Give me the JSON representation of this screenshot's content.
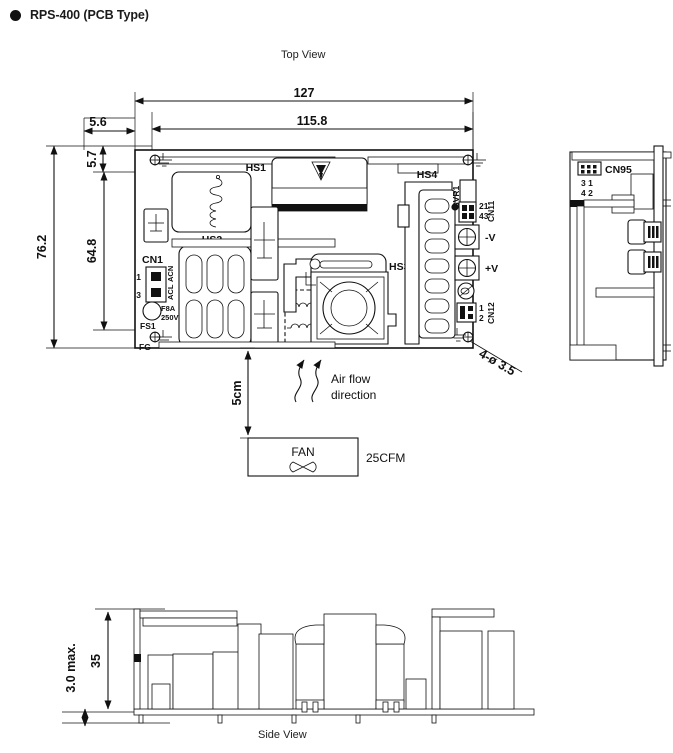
{
  "header": {
    "bullet_icon": "filled-circle-bullet",
    "model_title": "RPS-400 (PCB Type)"
  },
  "views": {
    "top_view_caption": "Top View",
    "side_view_caption": "Side View"
  },
  "top_view": {
    "dimensions": {
      "overall_width": "127",
      "mounting_width": "115.8",
      "left_offset": "5.6",
      "top_offset": "5.7",
      "overall_height": "76.2",
      "mounting_height": "64.8",
      "hole_callout": "4-ø 3.5"
    },
    "heatsinks": [
      "HS1",
      "HS2",
      "HS3",
      "HS4"
    ],
    "connectors": {
      "cn1": {
        "label": "CN1",
        "pin_top": "1",
        "pin_bottom": "3",
        "signal_1": "ACL",
        "signal_2": "ACN"
      },
      "cn11": {
        "label": "CN11",
        "pins_top": "21",
        "pins_bottom": "43"
      },
      "cn12": {
        "label": "CN12",
        "pin_top": "1",
        "pin_bottom": "2"
      },
      "cn95": {
        "label": "CN95",
        "pins_top": "3 1",
        "pins_bottom": "4 2"
      }
    },
    "terminals": {
      "minus_v": "-V",
      "plus_v": "+V",
      "fg": "FG"
    },
    "components": {
      "potentiometer": "SVR1",
      "fuse_designator": "FS1",
      "fuse_rating_line1": "F8A",
      "fuse_rating_line2": "250V"
    },
    "icons": {
      "warning_triangle": "high-voltage-warning-icon",
      "earth_ground": "earth-ground-icon",
      "chassis_ground": "chassis-ground-icon",
      "screw_terminal": "screw-terminal-icon",
      "mounting_hole": "mounting-hole-icon"
    }
  },
  "airflow": {
    "gap_label": "5cm",
    "direction_line1": "Air flow",
    "direction_line2": "direction",
    "fan_label": "FAN",
    "fan_icon": "fan-blade-icon",
    "fan_rating": "25CFM"
  },
  "side_view": {
    "height_dimension": "35",
    "lead_length_dimension": "3.0 max."
  },
  "colors": {
    "line": "#111111",
    "text": "#1a1a1a",
    "background": "#ffffff",
    "fill_dark": "#000000"
  }
}
